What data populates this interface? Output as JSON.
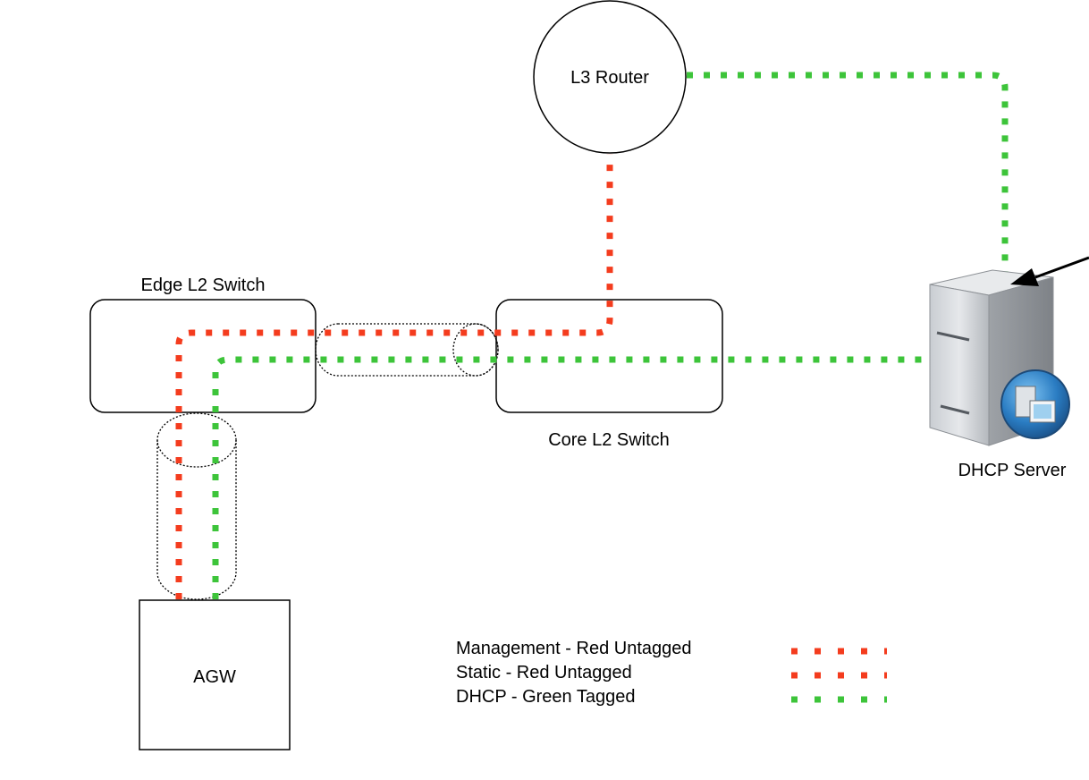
{
  "nodes": {
    "router": {
      "label": "L3 Router"
    },
    "edge_switch": {
      "label": "Edge L2 Switch"
    },
    "core_switch": {
      "label": "Core L2 Switch"
    },
    "agw": {
      "label": "AGW"
    },
    "dhcp_server": {
      "label": "DHCP Server",
      "icon": "server-icon"
    }
  },
  "legend": [
    {
      "label": "Management - Red Untagged",
      "color": "#f43c1e"
    },
    {
      "label": "Static - Red Untagged",
      "color": "#f43c1e"
    },
    {
      "label": "DHCP - Green Tagged",
      "color": "#3dc43a"
    }
  ],
  "colors": {
    "management": "#f43c1e",
    "dhcp": "#3dc43a",
    "outline": "#000000"
  }
}
